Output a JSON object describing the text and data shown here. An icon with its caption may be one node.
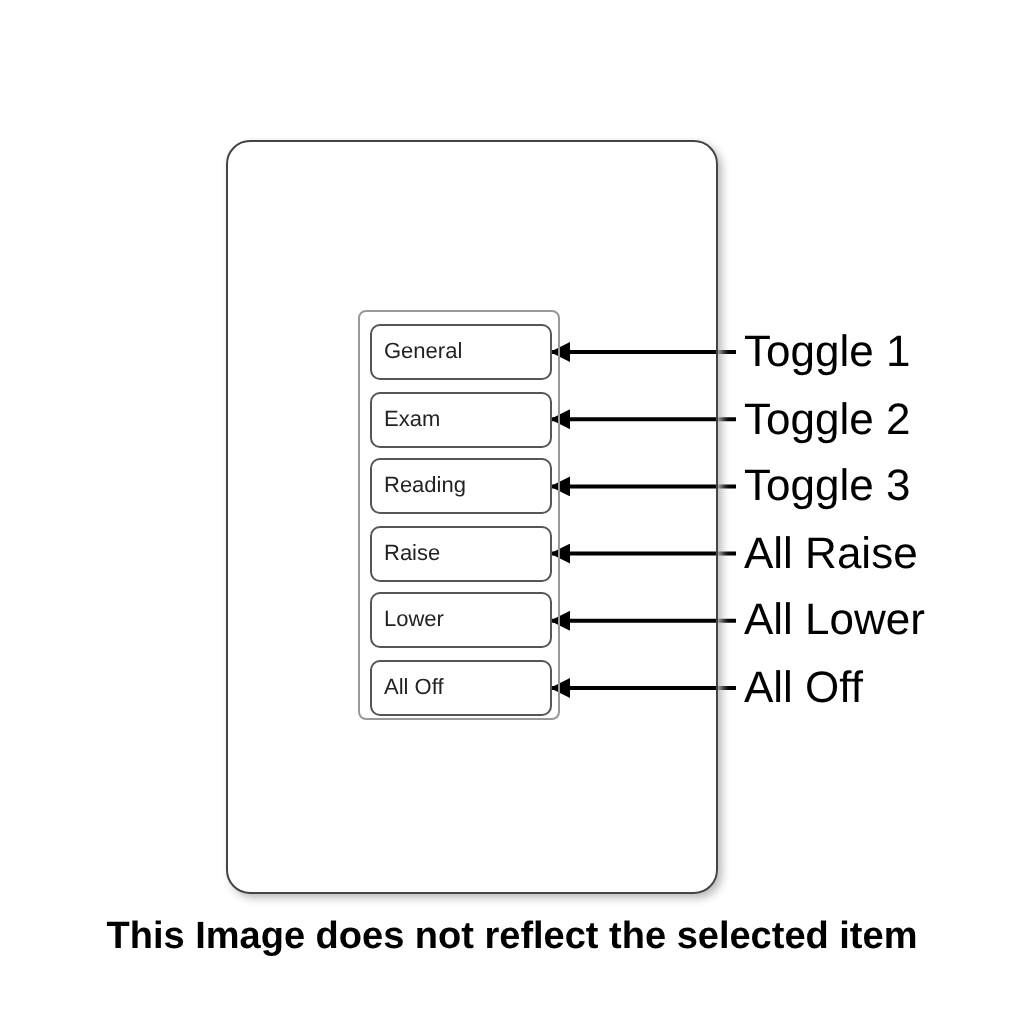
{
  "diagram": {
    "caption": "This Image does not reflect the selected item",
    "nodes": [
      {
        "text": [],
        "shape": "box"
      },
      {
        "text": [],
        "shape": "box",
        "in": 0
      },
      {
        "text": [
          "General"
        ],
        "in": 1
      },
      {
        "text": [
          "Exam"
        ],
        "in": 1
      },
      {
        "text": [
          "Reading"
        ],
        "in": 1
      },
      {
        "text": [
          "Raise"
        ],
        "in": 1
      },
      {
        "text": [
          "Lower"
        ],
        "in": 1
      },
      {
        "text": [
          "All Off"
        ],
        "in": 1
      },
      {
        "text": [
          "Toggle 1"
        ]
      },
      {
        "text": [
          "Toggle 2"
        ]
      },
      {
        "text": [
          "Toggle 3"
        ]
      },
      {
        "text": [
          "All Raise"
        ]
      },
      {
        "text": [
          "All Lower"
        ]
      },
      {
        "text": [
          "All Off"
        ]
      }
    ],
    "edges": [
      {
        "from": 8,
        "to": 2,
        "arrow": "to"
      },
      {
        "from": 9,
        "to": 3,
        "arrow": "to"
      },
      {
        "from": 10,
        "to": 4,
        "arrow": "to"
      },
      {
        "from": 11,
        "to": 5,
        "arrow": "to"
      },
      {
        "from": 12,
        "to": 6,
        "arrow": "to"
      },
      {
        "from": 13,
        "to": 7,
        "arrow": "to"
      }
    ]
  }
}
